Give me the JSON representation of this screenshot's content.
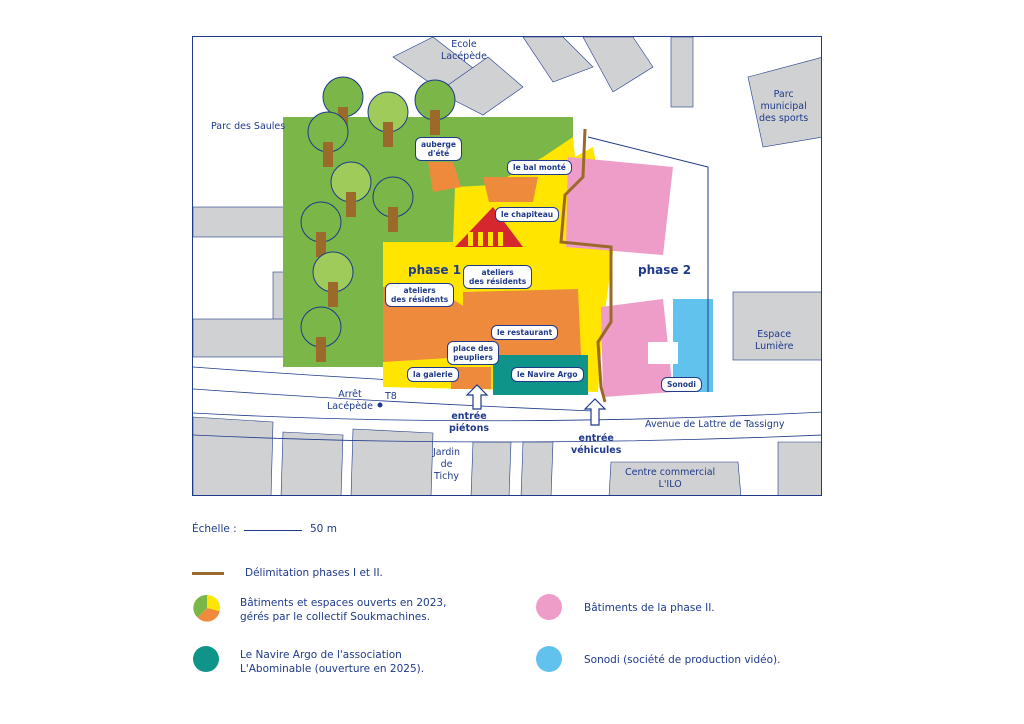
{
  "map": {
    "labels": {
      "ecole": "Ecole\nLacépède",
      "parc_saules": "Parc des Saules",
      "parc_sports": "Parc\nmunicipal\ndes sports",
      "espace_lumiere": "Espace\nLumière",
      "arret": "Arrêt\nLacépède",
      "t8": "T8",
      "avenue": "Avenue de Lattre de Tassigny",
      "jardin": "Jardin\nde\nTichy",
      "centre": "Centre commercial\nL'ILO"
    },
    "tags": {
      "auberge": "auberge\nd'été",
      "bal": "le bal monté",
      "chapiteau": "le chapiteau",
      "ateliers1": "ateliers\ndes résidents",
      "ateliers2": "ateliers\ndes résidents",
      "restaurant": "le restaurant",
      "place": "place des\npeupliers",
      "galerie": "la galerie",
      "navire": "le Navire Argo",
      "sonodi": "Sonodi"
    },
    "phases": {
      "phase1": "phase 1",
      "phase2": "phase 2"
    },
    "entries": {
      "pietons": "entrée\npiétons",
      "vehicules": "entrée\nvéhicules"
    },
    "colors": {
      "green": "#7ab648",
      "yellow": "#ffe500",
      "orange": "#ee8a3c",
      "pink": "#ee9cc8",
      "blue": "#62c2ee",
      "teal": "#0e9488",
      "brown": "#9b6a2b",
      "grey": "#cfd1d3"
    }
  },
  "legend": {
    "scale_label": "Échelle :",
    "scale_value": "50 m",
    "delimitation": "Délimitation phases I et II.",
    "buildings_2023": "Bâtiments et espaces ouverts en 2023,\ngérés par le collectif Soukmachines.",
    "navire": "Le Navire Argo de l'association\nL'Abominable (ouverture en 2025).",
    "phase2": "Bâtiments de la phase II.",
    "sonodi": "Sonodi (société de production vidéo)."
  }
}
